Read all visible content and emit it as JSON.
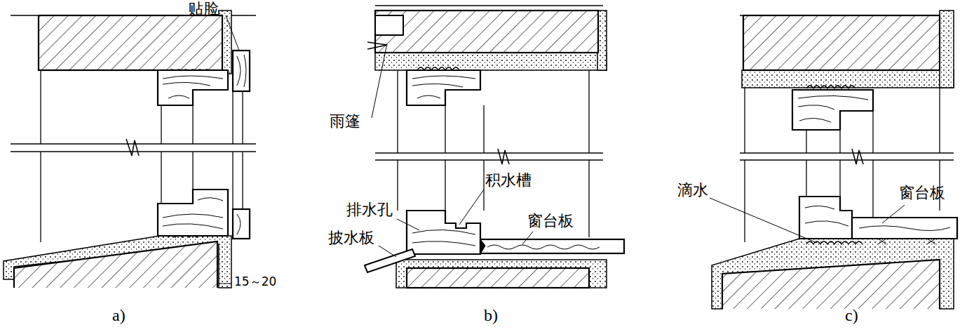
{
  "diagram": {
    "labels": [
      "贴脸",
      "15～20",
      "a)",
      "雨篷",
      "排水孔",
      "积水槽",
      "窗台板",
      "披水板",
      "b)",
      "滴水",
      "窗台板",
      "c)"
    ]
  }
}
